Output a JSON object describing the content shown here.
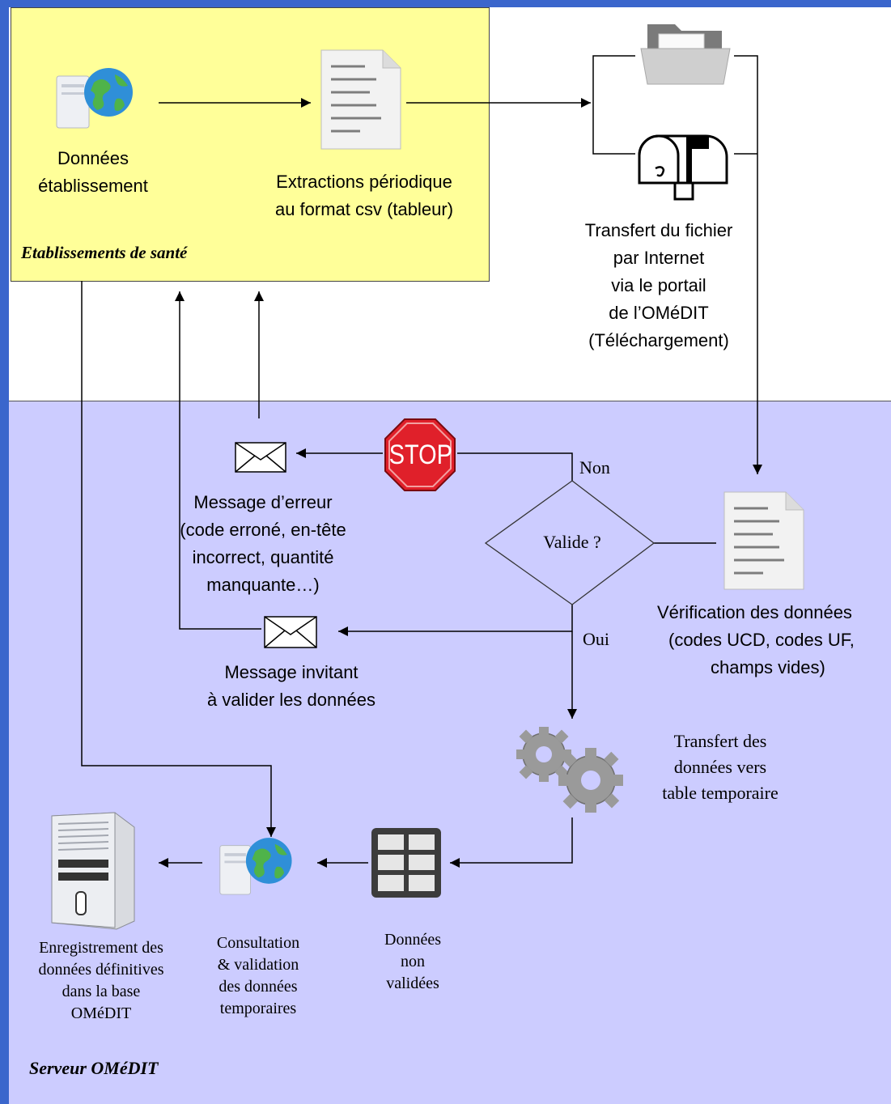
{
  "zones": {
    "etablissements": "Etablissements de santé",
    "serveur": "Serveur OMéDIT"
  },
  "nodes": {
    "donnees_etablissement": [
      "Données",
      "établissement"
    ],
    "extractions": [
      "Extractions périodique",
      "au format csv (tableur)"
    ],
    "transfert_fichier": [
      "Transfert du fichier",
      "par Internet",
      "via le portail",
      "de l’OMéDIT",
      "(Téléchargement)"
    ],
    "stop": "STOP",
    "message_erreur": [
      "Message d’erreur",
      "(code erroné, en-tête",
      "incorrect, quantité",
      "manquante…)"
    ],
    "valide": "Valide ?",
    "non": "Non",
    "oui": "Oui",
    "verification": [
      "Vérification des données",
      "(codes UCD, codes UF,",
      "champs vides)"
    ],
    "message_invitant": [
      "Message invitant",
      "à valider les données"
    ],
    "transfert_table": [
      "Transfert des",
      "données vers",
      "table temporaire"
    ],
    "enregistrement": [
      "Enregistrement des",
      "données définitives",
      "dans la base",
      "OMéDIT"
    ],
    "consultation": [
      "Consultation",
      "& validation",
      "des données",
      "temporaires"
    ],
    "donnees_non_validees": [
      "Données",
      "non",
      "validées"
    ]
  },
  "colors": {
    "frame": "#3a66cc",
    "etab_fill": "#ffff99",
    "server_fill": "#ccccff",
    "stop_red": "#e0202a"
  }
}
